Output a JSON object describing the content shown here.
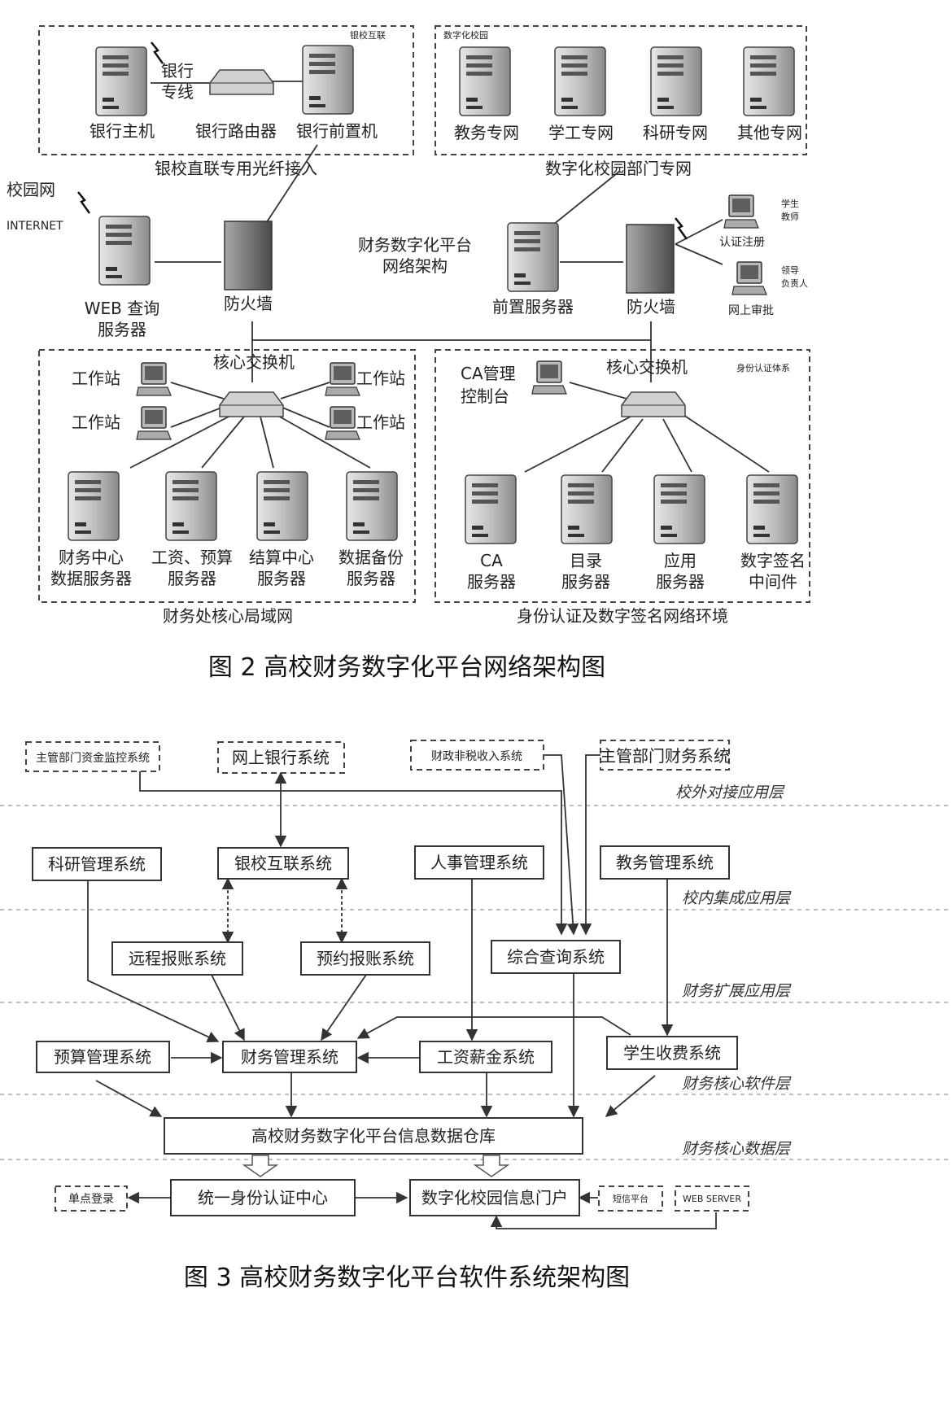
{
  "fig2": {
    "caption": "图 2   高校财务数字化平台网络架构图",
    "center_title": [
      "财务数字化平台",
      "网络架构"
    ],
    "groups": {
      "bank_link": {
        "tag": "银校互联",
        "footer": "银校直联专用光纤接入"
      },
      "campus_dept": {
        "tag": "数字化校园",
        "footer": "数字化校园部门专网"
      },
      "core_lan": {
        "footer": "财务处核心局域网"
      },
      "identity": {
        "tag": "身份认证体系",
        "footer": "身份认证及数字签名网络环境"
      }
    },
    "nodes": {
      "bank_host": "银行主机",
      "bank_line": [
        "银行",
        "专线"
      ],
      "bank_router": "银行路由器",
      "bank_front": "银行前置机",
      "edu_net": "教务专网",
      "stu_net": "学工专网",
      "research_net": "科研专网",
      "other_net": "其他专网",
      "campus_net": "校园网",
      "internet": "INTERNET",
      "web_server": [
        "WEB 查询",
        "服务器"
      ],
      "firewall_left": "防火墙",
      "front_server": "前置服务器",
      "firewall_right": "防火墙",
      "student_teacher": [
        "学生",
        "教师"
      ],
      "auth_register": "认证注册",
      "approver": [
        "领导",
        "负责人"
      ],
      "online_approval": "网上审批",
      "core_switch_left": "核心交换机",
      "core_switch_right": "核心交换机",
      "workstation": "工作站",
      "ca_console": [
        "CA管理",
        "控制台"
      ],
      "fin_data_server": [
        "财务中心",
        "数据服务器"
      ],
      "salary_server": [
        "工资、预算",
        "服务器"
      ],
      "settle_server": [
        "结算中心",
        "服务器"
      ],
      "backup_server": [
        "数据备份",
        "服务器"
      ],
      "ca_server": [
        "CA",
        "服务器"
      ],
      "dir_server": [
        "目录",
        "服务器"
      ],
      "app_server": [
        "应用",
        "服务器"
      ],
      "sign_middleware": [
        "数字签名",
        "中间件"
      ]
    }
  },
  "fig3": {
    "caption": "图 3   高校财务数字化平台软件系统架构图",
    "layers": [
      "校外对接应用层",
      "校内集成应用层",
      "财务扩展应用层",
      "财务核心软件层",
      "财务核心数据层"
    ],
    "systems": {
      "dept_fund_monitor": "主管部门资金监控系统",
      "online_bank": "网上银行系统",
      "fiscal_income": "财政非税收入系统",
      "dept_finance": "主管部门财务系统",
      "research_mgmt": "科研管理系统",
      "bank_campus": "银校互联系统",
      "hr_mgmt": "人事管理系统",
      "edu_mgmt": "教务管理系统",
      "remote_reimb": "远程报账系统",
      "booking_reimb": "预约报账系统",
      "query": "综合查询系统",
      "budget": "预算管理系统",
      "finance": "财务管理系统",
      "salary": "工资薪金系统",
      "tuition": "学生收费系统",
      "warehouse": "高校财务数字化平台信息数据仓库",
      "sso": "单点登录",
      "identity_center": "统一身份认证中心",
      "portal": "数字化校园信息门户",
      "sms": "短信平台",
      "web_server": "WEB SERVER"
    }
  }
}
